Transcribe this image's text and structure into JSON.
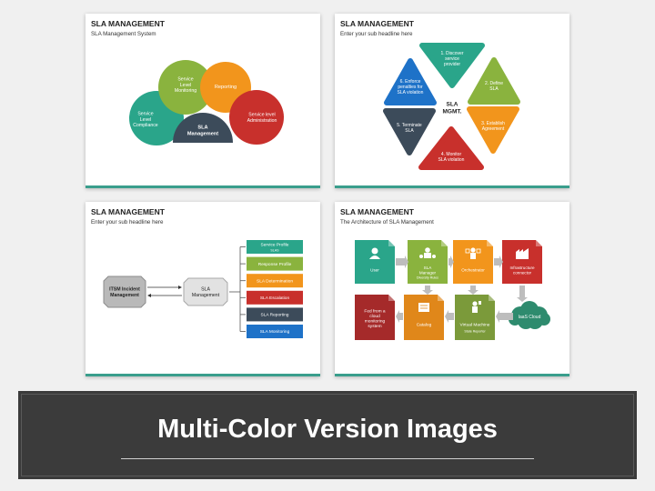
{
  "slides": [
    {
      "title": "SLA MANAGEMENT",
      "subtitle": "SLA Management System",
      "items": {
        "center": "SLA|Management",
        "compliance": "Service|Level|Compliance",
        "monitoring": "Service|Level|Monitoring",
        "reporting": "Reporting",
        "admin": "Service level|Administration"
      },
      "colors": {
        "compliance": "#2aa58a",
        "monitoring": "#8ab33e",
        "reporting": "#f2951c",
        "admin": "#c8302c",
        "center": "#3c4b5a"
      }
    },
    {
      "title": "SLA MANAGEMENT",
      "subtitle": "Enter your sub headline here",
      "center": "SLA|MGMT.",
      "steps": [
        {
          "label": "1. Discover|service|provider",
          "color": "#2aa58a"
        },
        {
          "label": "2. Define|SLA",
          "color": "#8ab33e"
        },
        {
          "label": "3. Establish|Agreement",
          "color": "#f2951c"
        },
        {
          "label": "4. Monitor|SLA violation",
          "color": "#c8302c"
        },
        {
          "label": "5. Terminate|SLA",
          "color": "#3c4b5a"
        },
        {
          "label": "6. Enforce|penalties for|SLA violation",
          "color": "#1e72c8"
        }
      ]
    },
    {
      "title": "SLA MANAGEMENT",
      "subtitle": "Enter your sub headline here",
      "left_box": "ITSM Incident|Management",
      "mid_box": "SLA|Management",
      "list": [
        {
          "label": "Service Profile",
          "sub": "SLAS",
          "color": "#2aa58a"
        },
        {
          "label": "Response Profile",
          "sub": "",
          "color": "#8ab33e"
        },
        {
          "label": "SLA Determination",
          "sub": "",
          "color": "#f2951c"
        },
        {
          "label": "SLA Escalation",
          "sub": "",
          "color": "#c8302c"
        },
        {
          "label": "SLA Reporting",
          "sub": "",
          "color": "#3c4b5a"
        },
        {
          "label": "SLA Monitoring",
          "sub": "",
          "color": "#1e72c8"
        }
      ]
    },
    {
      "title": "SLA MANAGEMENT",
      "subtitle": "The Architecture of SLA Management",
      "top_row": [
        {
          "label": "User",
          "sub": "",
          "color": "#2aa58a",
          "icon": "user-icon"
        },
        {
          "label": "SLA|Manager",
          "sub": "Diversity Rules",
          "color": "#8ab33e",
          "icon": "manager-icon"
        },
        {
          "label": "Orchestrator",
          "sub": "",
          "color": "#f2951c",
          "icon": "orchestrator-icon"
        },
        {
          "label": "Infrastructure|connector",
          "sub": "",
          "color": "#c8302c",
          "icon": "factory-icon"
        }
      ],
      "bottom_row": [
        {
          "label": "Fed from a|cloud|monitoring|system",
          "sub": "",
          "color": "#a52a2a",
          "icon": ""
        },
        {
          "label": "Catalog",
          "sub": "",
          "color": "#e0871a",
          "icon": "catalog-icon"
        },
        {
          "label": "Virtual Machine",
          "sub": "State Reporter",
          "color": "#7b9a3a",
          "icon": "vm-icon"
        }
      ],
      "cloud": {
        "label": "IaaS Cloud",
        "color": "#2e8b6e"
      }
    }
  ],
  "banner": {
    "title": "Multi-Color Version Images"
  }
}
